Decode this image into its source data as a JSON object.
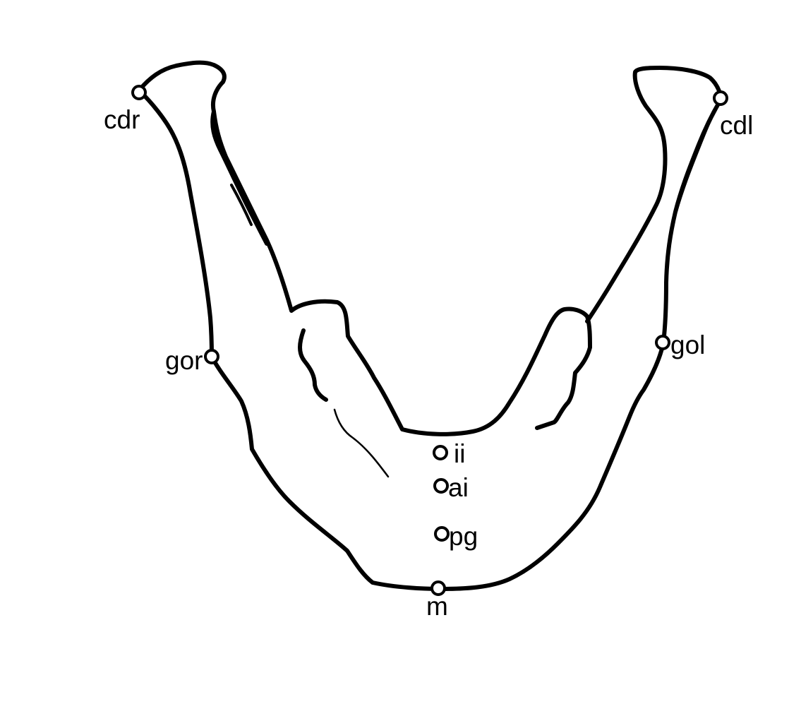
{
  "diagram": {
    "landmarks": [
      {
        "id": "cdr",
        "label": "cdr"
      },
      {
        "id": "cdl",
        "label": "cdl"
      },
      {
        "id": "gor",
        "label": "gor"
      },
      {
        "id": "gol",
        "label": "gol"
      },
      {
        "id": "ii",
        "label": "ii"
      },
      {
        "id": "ai",
        "label": "ai"
      },
      {
        "id": "pg",
        "label": "pg"
      },
      {
        "id": "m",
        "label": "m"
      }
    ]
  }
}
